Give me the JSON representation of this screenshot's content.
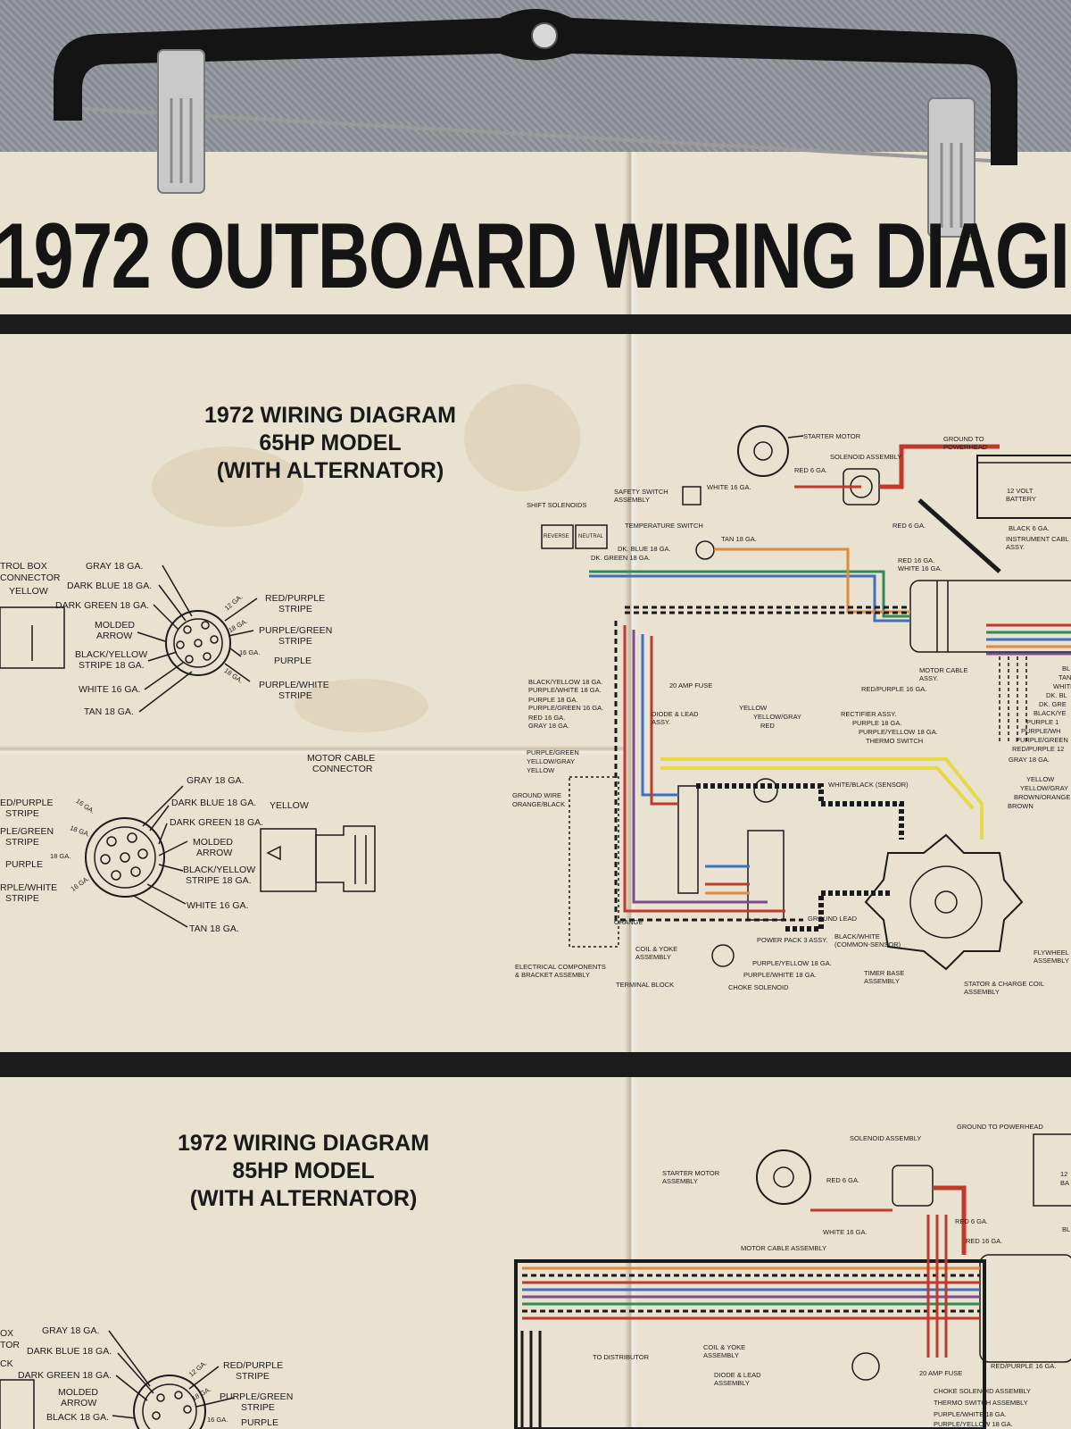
{
  "poster": {
    "main_title": "1972 OUTBOARD WIRING DIAGI",
    "colors": {
      "paper": "#e9e2d1",
      "ink": "#1b1b1b",
      "red": "#c0392b",
      "orange": "#e08a3c",
      "blue": "#3f6fbf",
      "green": "#2f8a55",
      "yellow": "#e5d84a",
      "purple": "#7d4b8f"
    }
  },
  "section_65": {
    "title": [
      "1972 WIRING DIAGRAM",
      "65HP MODEL",
      "(WITH ALTERNATOR)"
    ],
    "control_box": {
      "header": [
        "TROL BOX",
        "CONNECTOR",
        "YELLOW"
      ],
      "left_labels": [
        "GRAY 18 GA.",
        "DARK BLUE 18 GA.",
        "DARK GREEN 18 GA.",
        "MOLDED",
        "ARROW",
        "BLACK/YELLOW",
        "STRIPE 18 GA.",
        "WHITE 16 GA.",
        "TAN 18 GA."
      ],
      "right_labels": [
        "RED/PURPLE",
        "STRIPE",
        "PURPLE/GREEN",
        "STRIPE",
        "PURPLE",
        "PURPLE/WHITE",
        "STRIPE"
      ],
      "gauges": [
        "12 GA.",
        "18 GA.",
        "16 GA.",
        "18 GA."
      ]
    },
    "motor_cable": {
      "header": [
        "MOTOR CABLE",
        "CONNECTOR"
      ],
      "left_labels": [
        "ED/PURPLE",
        "STRIPE",
        "PLE/GREEN",
        "STRIPE",
        "PURPLE",
        "RPLE/WHITE",
        "STRIPE"
      ],
      "right_labels": [
        "GRAY 18 GA.",
        "DARK BLUE 18 GA.",
        "DARK GREEN 18 GA.",
        "MOLDED",
        "ARROW",
        "BLACK/YELLOW",
        "STRIPE 18 GA.",
        "WHITE 16 GA.",
        "TAN 18 GA."
      ],
      "gauges": [
        "16 GA.",
        "18 GA.",
        "18 GA.",
        "16 GA."
      ],
      "yellow": "YELLOW"
    },
    "components": {
      "starter_motor": "STARTER MOTOR",
      "ground_to_powerhead": [
        "GROUND TO",
        "POWERHEAD"
      ],
      "solenoid_assembly": "SOLENOID ASSEMBLY",
      "red_6": "RED 6 GA.",
      "battery": [
        "12 VOLT",
        "BATTERY"
      ],
      "white_16": "WHITE 16 GA.",
      "safety_switch": [
        "SAFETY SWITCH",
        "ASSEMBLY"
      ],
      "shift_solenoids": "SHIFT SOLENOIDS",
      "reverse": "REVERSE",
      "neutral": "NEUTRAL",
      "temp_switch": "TEMPERATURE SWITCH",
      "tan_18": "TAN 18 GA.",
      "dk_blue": "DK. BLUE 18 GA.",
      "dk_green": "DK. GREEN 18 GA.",
      "red_6b": "RED 6 GA.",
      "black_6": "BLACK 6 GA.",
      "instrument_cable": [
        "INSTRUMENT CABL",
        "ASSY."
      ],
      "red_16": "RED 16 GA.",
      "white_16b": "WHITE 16 GA.",
      "motor_cable_assy": [
        "MOTOR CABLE",
        "ASSY."
      ],
      "red_purple_16": "RED/PURPLE 16 GA.",
      "fuse": "20 AMP FUSE",
      "wire_list": [
        "BLACK/YELLOW 18 GA.",
        "PURPLE/WHITE 18 GA.",
        "PURPLE 18 GA.",
        "PURPLE/GREEN 16 GA.",
        "RED 16 GA.",
        "GRAY 18 GA."
      ],
      "diode": [
        "DIODE & LEAD",
        "ASSY."
      ],
      "yellow_group": [
        "YELLOW",
        "YELLOW/GRAY",
        "RED"
      ],
      "rectifier": [
        "RECTIFIER ASSY.",
        "PURPLE 18 GA.",
        "PURPLE/YELLOW 18 GA.",
        "THERMO SWITCH"
      ],
      "left_wires": [
        "PURPLE/GREEN",
        "YELLOW/GRAY",
        "YELLOW"
      ],
      "ground_wire": [
        "GROUND WIRE",
        "ORANGE/BLACK"
      ],
      "white_black": "WHITE/BLACK (SENSOR)",
      "right_wires": [
        "YELLOW",
        "YELLOW/GRAY",
        "BROWN/ORANGE",
        "BROWN"
      ],
      "right_col": [
        "BL",
        "TAN",
        "WHITE",
        "DK. BL",
        "DK. GRE",
        "BLACK/YE",
        "PURPLE 1",
        "PURPLE/WH",
        "PURPLE/GREEN",
        "RED/PURPLE 12",
        "GRAY 18 GA."
      ],
      "orange": "ORANGE",
      "ground_lead": "GROUND LEAD",
      "coil_yoke": [
        "COIL & YOKE",
        "ASSEMBLY"
      ],
      "power_pack": "POWER PACK 3 ASSY.",
      "black_white": [
        "BLACK/WHITE",
        "(COMMON-SENSOR)"
      ],
      "electrical": [
        "ELECTRICAL COMPONENTS",
        "& BRACKET ASSEMBLY"
      ],
      "purple_yellow": "PURPLE/YELLOW 18 GA.",
      "purple_white": "PURPLE/WHITE 18 GA.",
      "terminal_block": "TERMINAL BLOCK",
      "choke_solenoid": "CHOKE SOLENOID",
      "timer_base": [
        "TIMER BASE",
        "ASSEMBLY"
      ],
      "stator": [
        "STATOR & CHARGE COIL",
        "ASSEMBLY"
      ],
      "flywheel": [
        "FLYWHEEL",
        "ASSEMBLY"
      ]
    }
  },
  "section_85": {
    "title": [
      "1972 WIRING DIAGRAM",
      "85HP MODEL",
      "(WITH ALTERNATOR)"
    ],
    "control_box": {
      "header": [
        "OX",
        "TOR",
        "CK"
      ],
      "left_labels": [
        "GRAY 18 GA.",
        "DARK BLUE 18 GA.",
        "DARK GREEN 18 GA.",
        "MOLDED",
        "ARROW",
        "BLACK 18 GA."
      ],
      "right_labels": [
        "RED/PURPLE",
        "STRIPE",
        "PURPLE/GREEN",
        "STRIPE",
        "PURPLE"
      ],
      "gauges": [
        "12 GA.",
        "18 GA.",
        "16 GA."
      ]
    },
    "components": {
      "ground_to_powerhead": "GROUND TO POWERHEAD",
      "solenoid_assembly": "SOLENOID ASSEMBLY",
      "starter_motor": [
        "STARTER MOTOR",
        "ASSEMBLY"
      ],
      "red_6": "RED 6 GA.",
      "battery": [
        "12",
        "BA"
      ],
      "white_16": "WHITE 16 GA.",
      "red_6b": "RED 6 GA.",
      "red_16": "RED 16 GA.",
      "motor_cable_assy": "MOTOR CABLE ASSEMBLY",
      "to_distributor": "TO DISTRIBUTOR",
      "coil_yoke": [
        "COIL & YOKE",
        "ASSEMBLY"
      ],
      "diode": [
        "DIODE & LEAD",
        "ASSEMBLY"
      ],
      "fuse": "20 AMP FUSE",
      "red_purple": "RED/PURPLE 16 GA.",
      "choke": "CHOKE SOLENOID ASSEMBLY",
      "thermo": "THERMO SWITCH ASSEMBLY",
      "purple_white": "PURPLE/WHITE 18 GA.",
      "purple_yellow": "PURPLE/YELLOW 18 GA.",
      "bl": "BL"
    }
  }
}
